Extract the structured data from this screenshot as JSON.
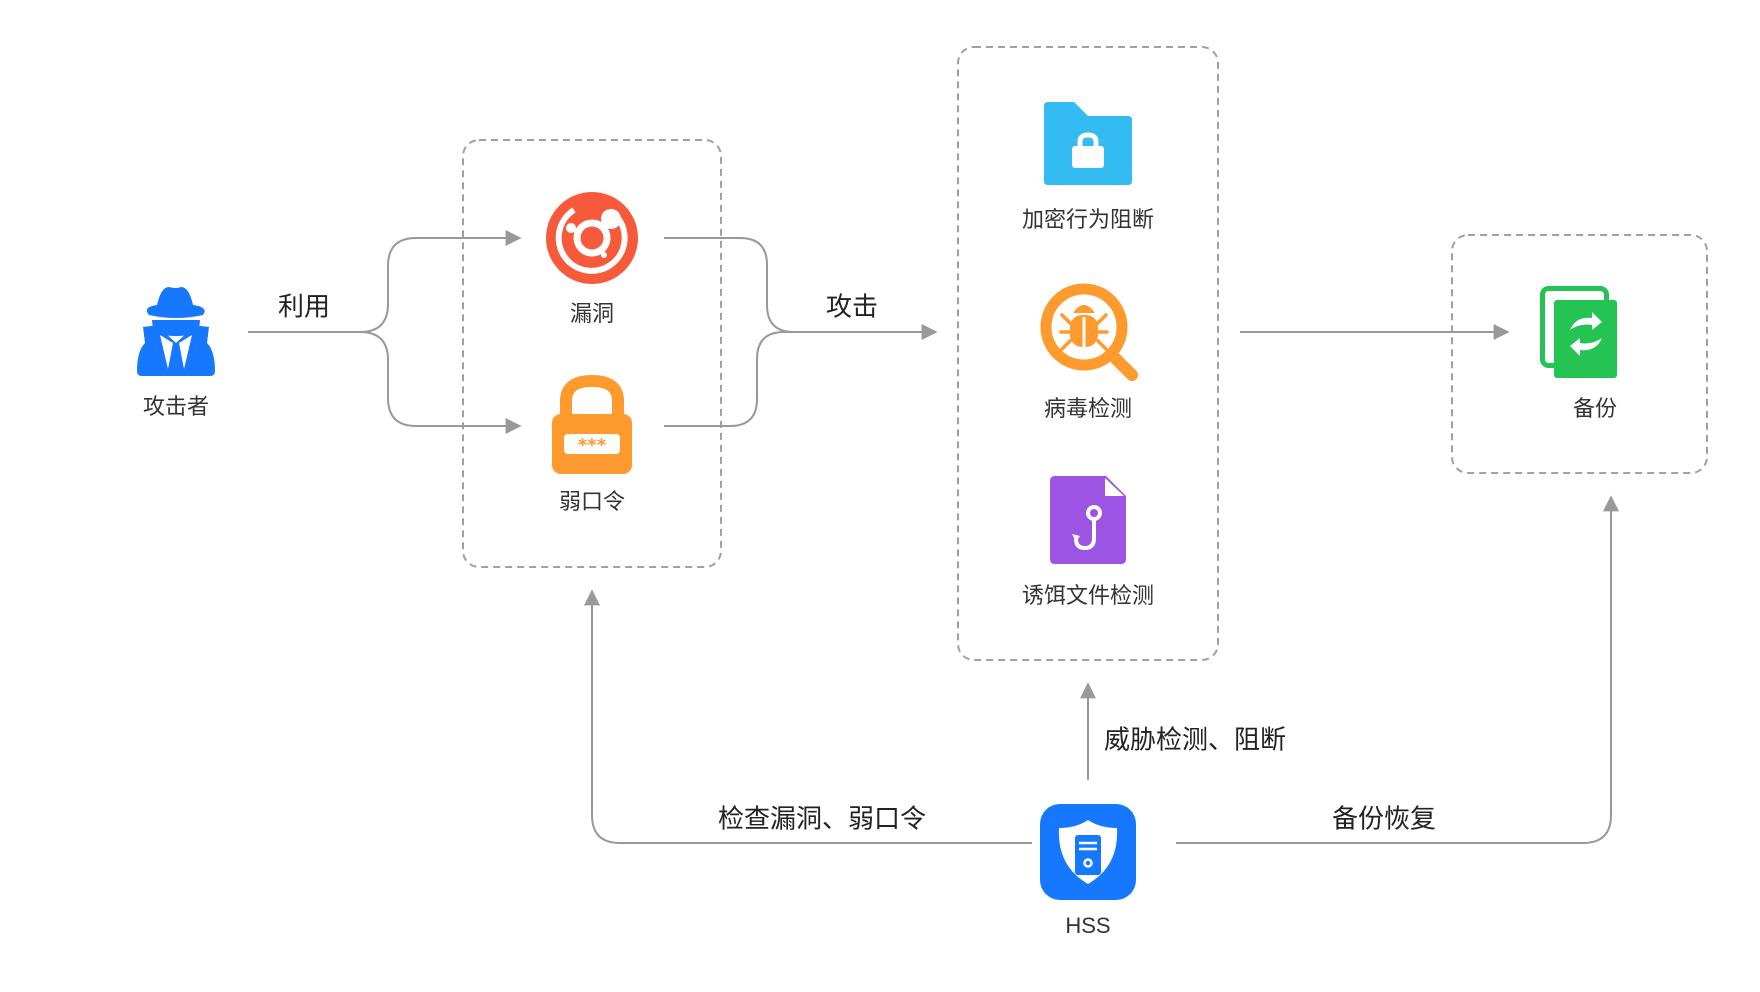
{
  "diagram": {
    "colors": {
      "line": "#999999",
      "dash_border": "#a0a0a0",
      "attacker": "#1677FF",
      "vulnerability": "#F75A3A",
      "weak_password": "#FF9A2E",
      "encrypt_block": "#33BBF2",
      "virus_detect": "#FF9A2E",
      "bait_file": "#9B54E3",
      "backup": "#25C254",
      "hss": "#1677FF"
    },
    "nodes": {
      "attacker": {
        "label": "攻击者",
        "icon": "spy-icon"
      },
      "vulnerability": {
        "label": "漏洞",
        "icon": "target-icon"
      },
      "weak_password": {
        "label": "弱口令",
        "icon": "password-lock-icon"
      },
      "encrypt_block": {
        "label": "加密行为阻断",
        "icon": "locked-folder-icon"
      },
      "virus_detect": {
        "label": "病毒检测",
        "icon": "bug-search-icon"
      },
      "bait_file": {
        "label": "诱饵文件检测",
        "icon": "hook-file-icon"
      },
      "backup": {
        "label": "备份",
        "icon": "backup-sync-icon"
      },
      "hss": {
        "label": "HSS",
        "icon": "shield-server-icon"
      }
    },
    "edges": {
      "exploit": "利用",
      "attack": "攻击",
      "threat_detect": "威胁检测、阻断",
      "check_vuln": "检查漏洞、弱口令",
      "restore": "备份恢复"
    }
  }
}
